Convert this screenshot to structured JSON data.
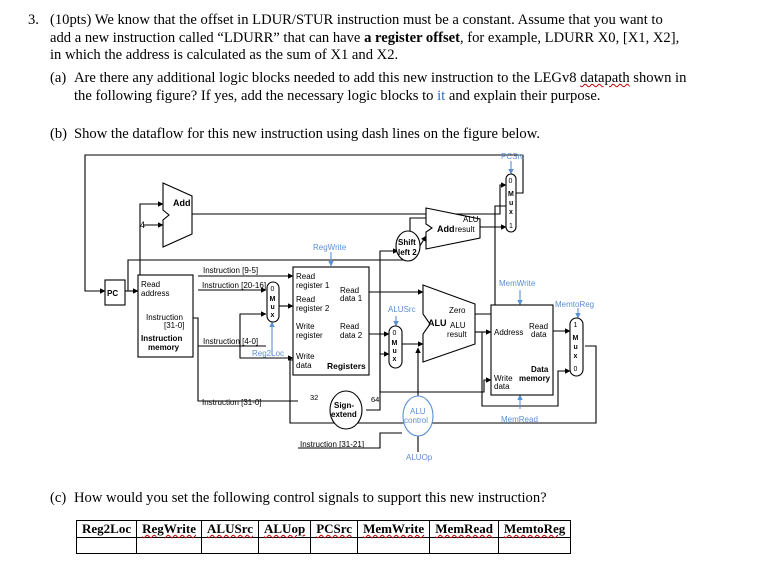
{
  "question": {
    "number": "3.",
    "line1": "(10pts) We know that the offset in LDUR/STUR instruction must be a constant. Assume that you want to",
    "line2_pre": "add a new instruction called “LDURR” that can have ",
    "line2_bold": "a register offset",
    "line2_post": ", for example, LDURR X0, [X1, X2],",
    "line3": "in which the address is calculated as the sum of X1 and X2."
  },
  "part_a": {
    "label": "(a)",
    "line1_pre": "Are there any additional logic blocks needed to add this new instruction to the LEGv8 ",
    "line1_wavy": "datapath",
    "line1_post": " shown in",
    "line2_pre": "the following figure? If yes, add the necessary logic blocks to ",
    "line2_blue": "it",
    "line2_post": " and explain their purpose."
  },
  "part_b": {
    "label": "(b)",
    "text": "Show the dataflow for this new instruction using dash lines on the figure below."
  },
  "part_c": {
    "label": "(c)",
    "text": "How would you set the following control signals to support this new instruction?"
  },
  "table": {
    "headers": [
      "Reg2Loc",
      "RegWrite",
      "ALUSrc",
      "ALUop",
      "PCSrc",
      "MemWrite",
      "MemRead",
      "MemtoReg"
    ],
    "row": [
      "",
      "",
      "",
      "",
      "",
      "",
      "",
      ""
    ]
  },
  "diagram": {
    "pcsrc": "PCSrc",
    "add_top": "Add",
    "add2": "Add",
    "alu_result_top": "ALU",
    "alu_result_bot": "result",
    "four": "4",
    "shift1": "Shift",
    "shift2": "left 2",
    "regwrite": "RegWrite",
    "pc": "PC",
    "read_address1": "Read",
    "read_address2": "address",
    "instr_9_5": "Instruction [9-5]",
    "instr_20_16": "Instruction [20-16]",
    "instr_4_0": "Instruction [4-0]",
    "instr_31_0_a": "Instruction",
    "instr_31_0_b": "[31-0]",
    "imem1": "Instruction",
    "imem2": "memory",
    "reg2loc": "Reg2Loc",
    "rr1a": "Read",
    "rr1b": "register 1",
    "rr2a": "Read",
    "rr2b": "register 2",
    "wra": "Write",
    "wrb": "register",
    "wda": "Write",
    "wdb": "data",
    "regs": "Registers",
    "rd1a": "Read",
    "rd1b": "data 1",
    "rd2a": "Read",
    "rd2b": "data 2",
    "alusrc": "ALUSrc",
    "zero": "Zero",
    "alu": "ALU",
    "alu_res1": "ALU",
    "alu_res2": "result",
    "memwrite": "MemWrite",
    "memtoreg": "MemtoReg",
    "address": "Address",
    "read_data1": "Read",
    "read_data2": "data",
    "write_data1": "Write",
    "write_data2": "data",
    "data_mem1": "Data",
    "data_mem2": "memory",
    "memread": "MemRead",
    "instr31_0_low": "Instruction [31-0]",
    "n32": "32",
    "n64": "64",
    "sign1": "Sign-",
    "sign2": "extend",
    "aluctl1": "ALU",
    "aluctl2": "control",
    "aluop": "ALUOp",
    "instr_31_21": "Instruction [31-21]",
    "mux_letters": [
      "M",
      "u",
      "x"
    ],
    "zero_bit": "0",
    "one_bit": "1"
  }
}
